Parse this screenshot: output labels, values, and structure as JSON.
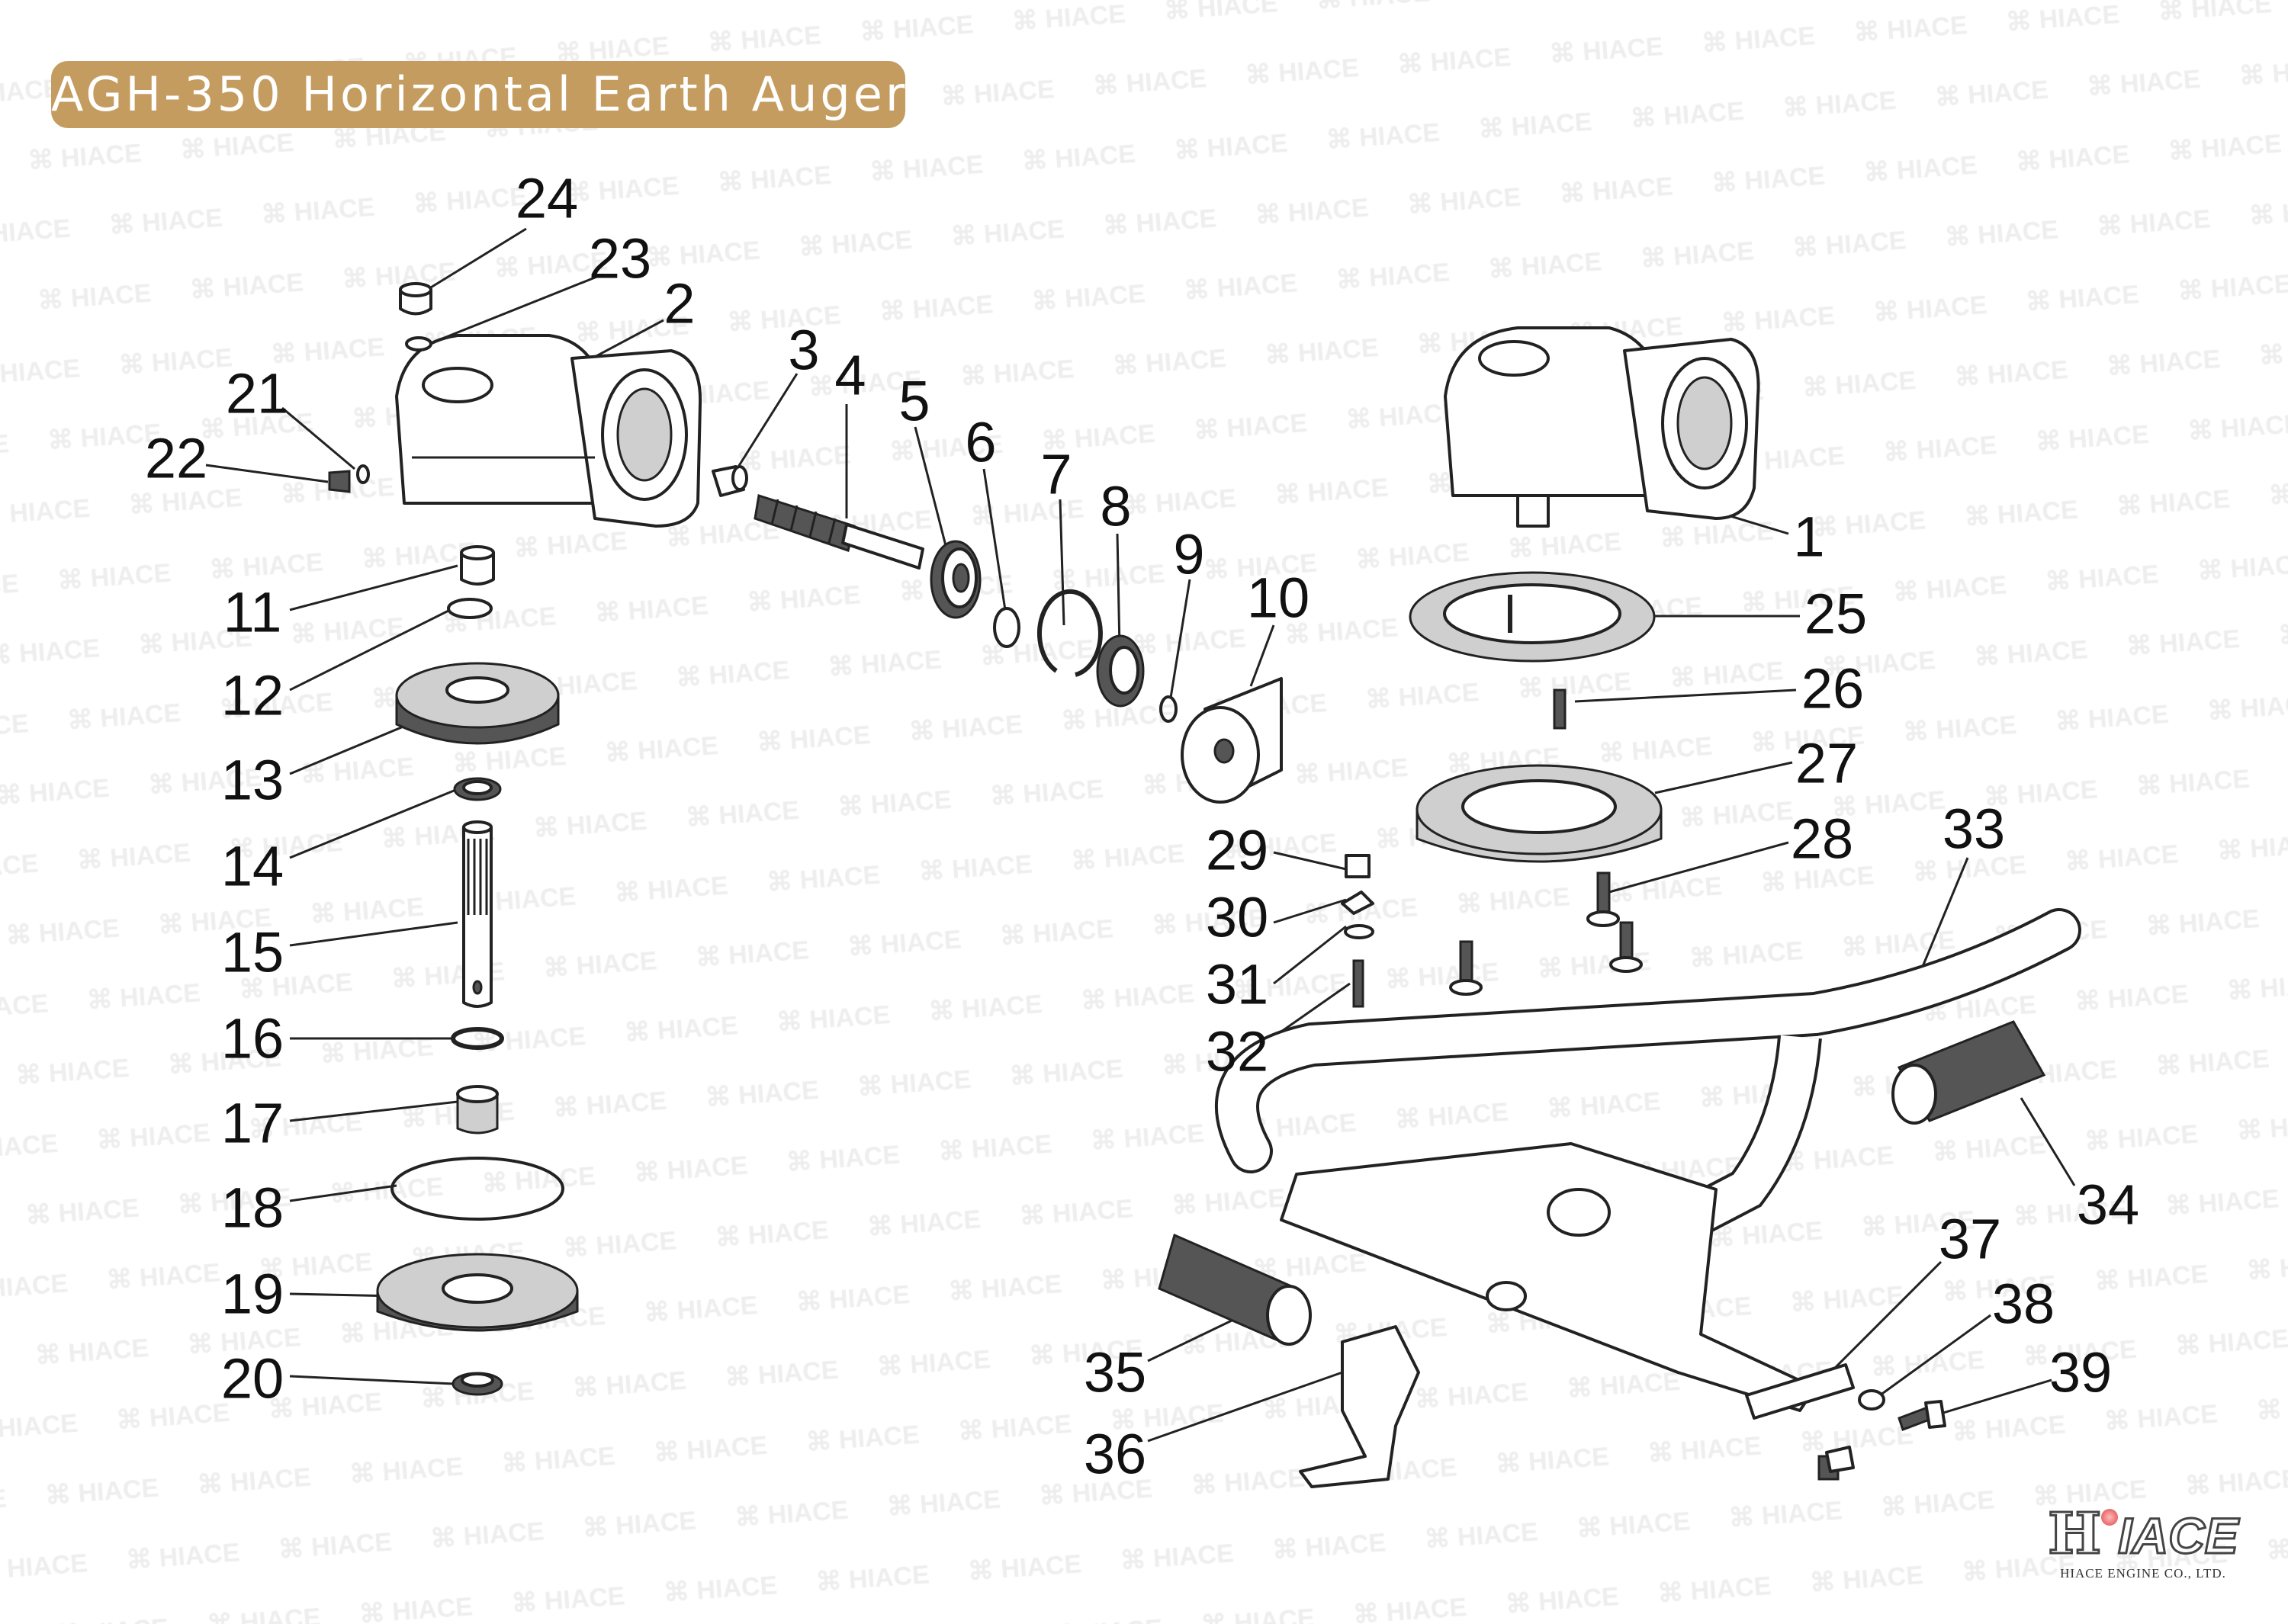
{
  "title": "AGH-350 Horizontal Earth Auger",
  "watermark": "HIACE",
  "brand": {
    "logo_mark": "H",
    "logo_word": "IACE",
    "company": "HIACE ENGINE CO., LTD.",
    "accent": "#c49c5f"
  },
  "part_labels": {
    "p1": "1",
    "p2": "2",
    "p3": "3",
    "p4": "4",
    "p5": "5",
    "p6": "6",
    "p7": "7",
    "p8": "8",
    "p9": "9",
    "p10": "10",
    "p11": "11",
    "p12": "12",
    "p13": "13",
    "p14": "14",
    "p15": "15",
    "p16": "16",
    "p17": "17",
    "p18": "18",
    "p19": "19",
    "p20": "20",
    "p21": "21",
    "p22": "22",
    "p23": "23",
    "p24": "24",
    "p25": "25",
    "p26": "26",
    "p27": "27",
    "p28": "28",
    "p29": "29",
    "p30": "30",
    "p31": "31",
    "p32": "32",
    "p33": "33",
    "p34": "34",
    "p35": "35",
    "p36": "36",
    "p37": "37",
    "p38": "38",
    "p39": "39"
  }
}
